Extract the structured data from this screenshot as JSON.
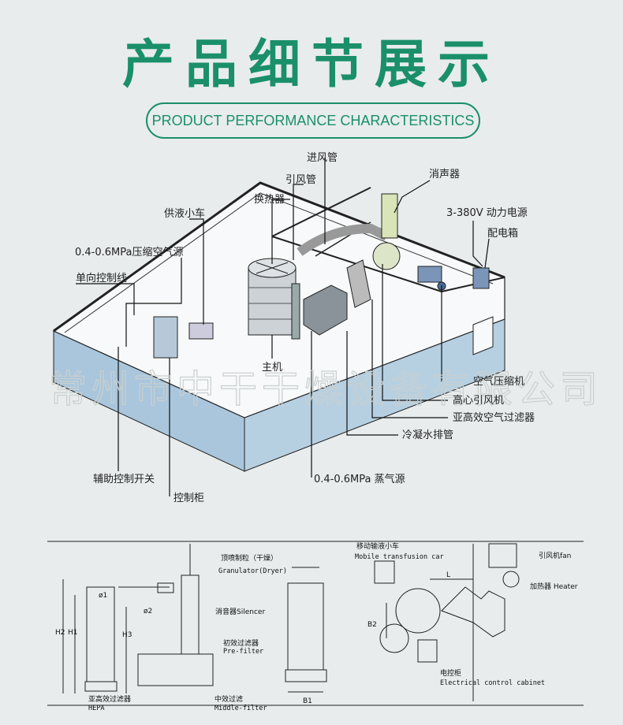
{
  "header": {
    "title": "产品细节展示",
    "subtitle": "PRODUCT PERFORMANCE CHARACTERISTICS"
  },
  "watermark": "常州市中干干燥设备有限公司",
  "layout_labels": {
    "intake_duct": "进风管",
    "exhaust_duct": "引风管",
    "silencer": "消声器",
    "heat_exchanger": "换热器",
    "liquid_cart": "供液小车",
    "power_source": "3-380V 动力电源",
    "compressed_air": "0.4-0.6MPa压缩空气源",
    "distribution_box": "配电箱",
    "control_line": "单向控制线",
    "main_unit": "主机",
    "air_compressor": "空气压缩机",
    "centrifugal_fan": "高心引风机",
    "sub_hepa_filter": "亚高效空气过滤器",
    "condensate_drain": "冷凝水排管",
    "aux_switch": "辅助控制开关",
    "steam_source": "0.4-0.6MPa 蒸气源",
    "control_cabinet": "控制柜"
  },
  "drawing_labels": {
    "granulator": "顶喷制粒（干燥）",
    "granulator_en": "Granulator(Dryer)",
    "silencer": "消音器Silencer",
    "pre_filter": "初效过滤器",
    "pre_filter_en": "Pre-filter",
    "middle_filter": "中效过滤",
    "middle_filter_en": "Middle-filter",
    "hepa": "亚高效过滤器",
    "hepa_en": "HEPA",
    "mobile_car": "移动输液小车",
    "mobile_car_en": "Mobile transfusion car",
    "fan": "引风机fan",
    "heater": "加热器 Heater",
    "cabinet": "电控柜",
    "cabinet_en": "Electrical control cabinet",
    "dim_h1": "H1",
    "dim_h2": "H2",
    "dim_h3": "H3",
    "dim_phi1": "ø1",
    "dim_phi2": "ø2",
    "dim_b1": "B1",
    "dim_b2": "B2",
    "dim_l": "L"
  },
  "colors": {
    "accent": "#1a8f6a",
    "wall_blue": "#a9c6dc",
    "background": "#e8ecec"
  }
}
